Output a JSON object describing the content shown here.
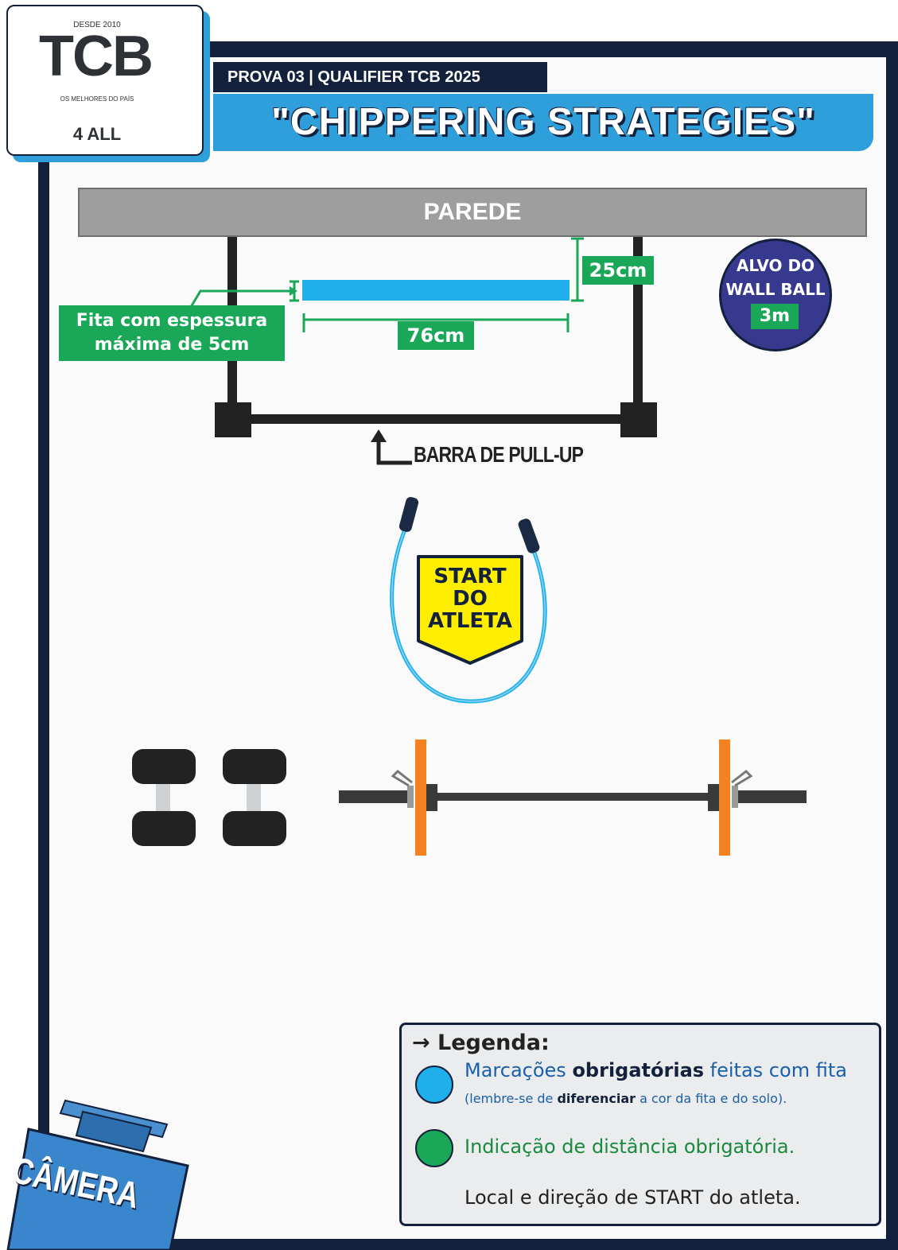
{
  "logo": {
    "since": "DESDE 2010",
    "brand": "TCB",
    "tagline": "OS MELHORES DO PAÍS",
    "edition": "4 ALL"
  },
  "header": {
    "event": "PROVA 03 | QUALIFIER TCB 2025",
    "title": "\"CHIPPERING STRATEGIES\""
  },
  "floorplan": {
    "wall_label": "PAREDE",
    "tape_height_label": "25cm",
    "tape_width_label": "76cm",
    "tape_note_line1": "Fita com espessura",
    "tape_note_line2": "máxima de 5cm",
    "target_line1": "ALVO DO",
    "target_line2": "WALL BALL",
    "target_height": "3m",
    "pullup_label": "BARRA DE PULL-UP",
    "start_line1": "START",
    "start_line2": "DO",
    "start_line3": "ATLETA",
    "camera_label": "CÂMERA"
  },
  "legend": {
    "title": "→ Legenda:",
    "item1_pre": "Marcações ",
    "item1_bold": "obrigatórias",
    "item1_post": " feitas com fita",
    "item1_note_pre": "(lembre-se de ",
    "item1_note_bold": "diferenciar",
    "item1_note_post": " a cor da fita e do solo).",
    "item2": "Indicação de distância obrigatória.",
    "item3": "Local e direção de START do atleta."
  },
  "colors": {
    "navy": "#14213d",
    "tape_blue": "#1fb0ec",
    "title_blue": "#2f9fdc",
    "distance_green": "#1aa757",
    "start_yellow": "#ffee00",
    "target_purple": "#37398f",
    "plate_orange": "#f58220"
  }
}
